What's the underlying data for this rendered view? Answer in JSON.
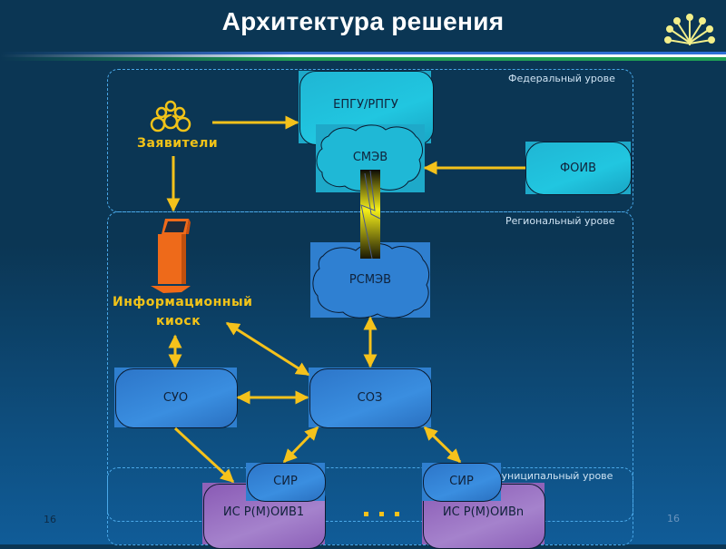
{
  "header": {
    "title": "Архитектура решения",
    "logo_icon": "bashkortostan-kurai-flower-icon"
  },
  "zones": {
    "federal": "Федеральный урове",
    "regional": "Региональный урове",
    "municipal": "Муниципальный урове"
  },
  "actors": {
    "applicants": {
      "label": "Заявители",
      "icon": "people-group-icon"
    },
    "kiosk": {
      "label_line1": "Информационный",
      "label_line2": "киоск",
      "icon": "kiosk-icon"
    }
  },
  "nodes": {
    "epgu": "ЕПГУ/РПГУ",
    "smev": "СМЭВ",
    "foiv": "ФОИВ",
    "rsmev": "РСМЭВ",
    "suo": "СУО",
    "soz": "СОЗ",
    "sir1": "СИР",
    "sir2": "СИР",
    "is1": "ИС Р(М)ОИВ1",
    "isn": "ИС Р(М)ОИВn"
  },
  "ellipsis": "...",
  "footer": {
    "page_left": "16",
    "page_right": "16"
  },
  "colors": {
    "arrow": "#f5c21b",
    "accent_cyan": "#1fb6d4",
    "accent_blue": "#2f7fcf",
    "accent_purple": "#8f62b8"
  }
}
